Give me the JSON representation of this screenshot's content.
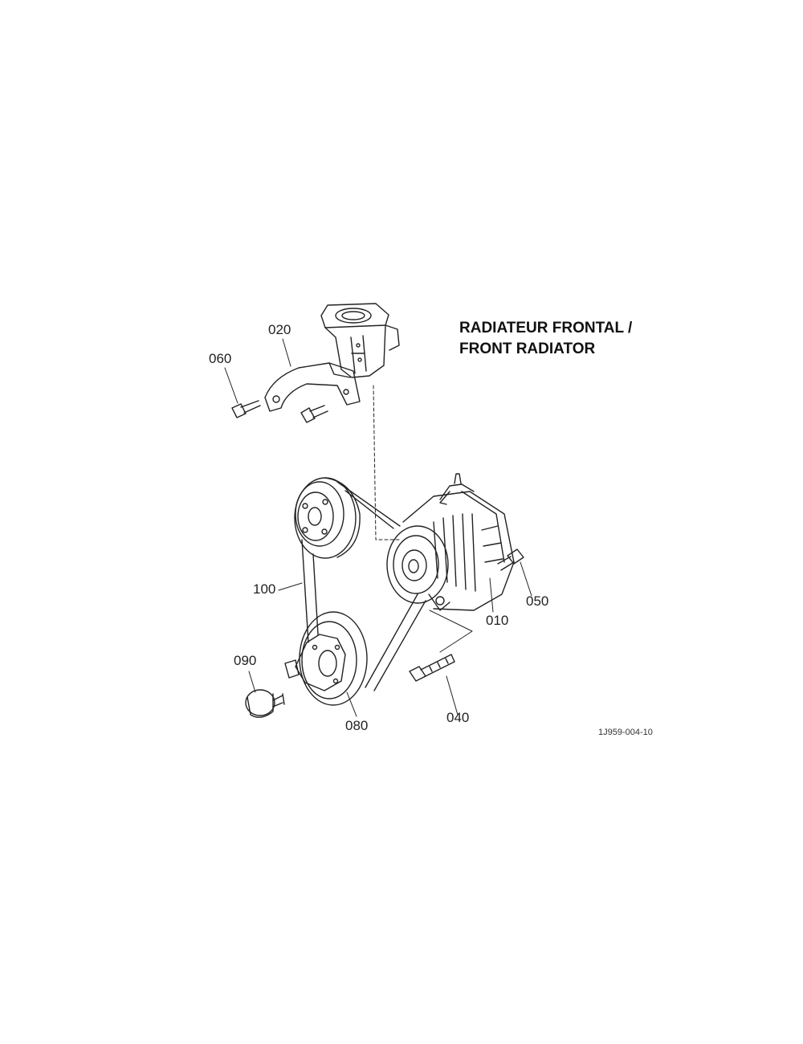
{
  "title": {
    "line1": "RADIATEUR FRONTAL /",
    "line2": "FRONT RADIATOR"
  },
  "parts": [
    {
      "id": "010"
    },
    {
      "id": "020"
    },
    {
      "id": "040"
    },
    {
      "id": "050"
    },
    {
      "id": "060"
    },
    {
      "id": "080"
    },
    {
      "id": "090"
    },
    {
      "id": "100"
    }
  ],
  "drawing_code": "1J959-004-10"
}
